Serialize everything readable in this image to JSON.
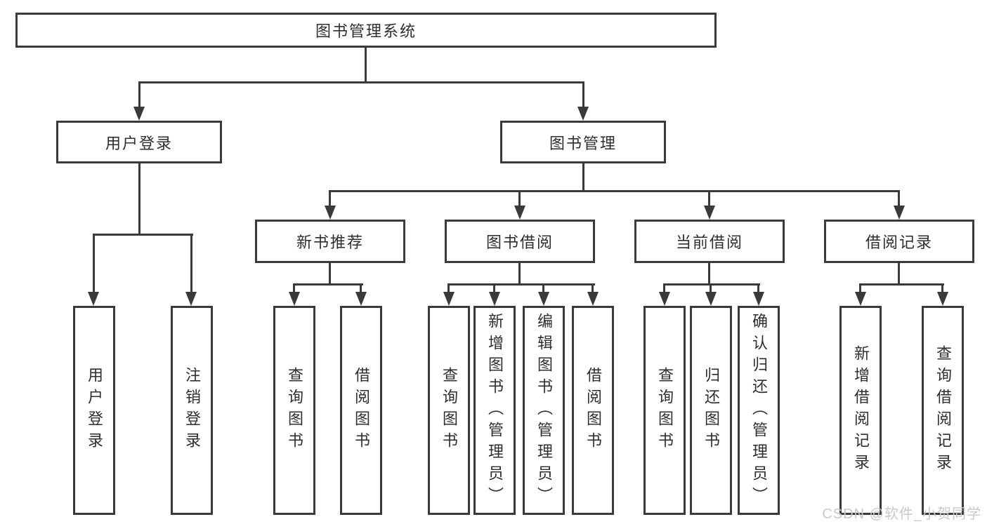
{
  "diagram": {
    "root": {
      "label": "图书管理系统"
    },
    "level1": [
      {
        "label": "用户登录"
      },
      {
        "label": "图书管理"
      }
    ],
    "level2": [
      {
        "label": "新书推荐"
      },
      {
        "label": "图书借阅"
      },
      {
        "label": "当前借阅"
      },
      {
        "label": "借阅记录"
      }
    ],
    "leaves": {
      "user_login": [
        "用户登录",
        "注销登录"
      ],
      "new_book": [
        "查询图书",
        "借阅图书"
      ],
      "book_borrow": [
        "查询图书",
        "新增图书（管理员）",
        "编辑图书（管理员）",
        "借阅图书"
      ],
      "current_borrow": [
        "查询图书",
        "归还图书",
        "确认归还（管理员）"
      ],
      "borrow_records": [
        "新增借阅记录",
        "查询借阅记录"
      ]
    }
  },
  "watermark": {
    "text": "CSDN @软件_小贺同学",
    "color": "#c9c9c9"
  },
  "colors": {
    "line": "#3a3a3a",
    "box_border": "#3a3a3a",
    "text": "#2e2e2e",
    "background": "#ffffff"
  }
}
